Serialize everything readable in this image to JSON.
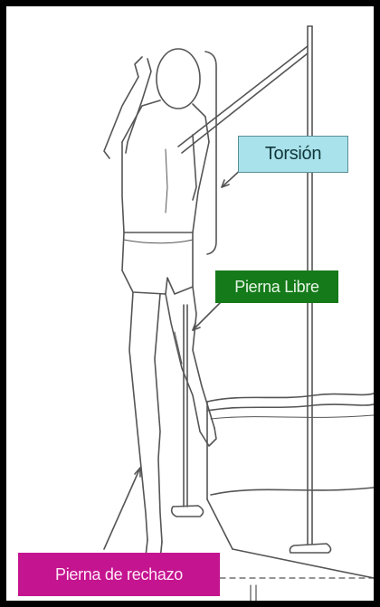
{
  "labels": {
    "torsion": "Torsión",
    "pierna_libre": "Pierna Libre",
    "pierna_rechazo": "Pierna de rechazo"
  },
  "colors": {
    "frame": "#000000",
    "torsion_box": "#a9e2ea",
    "pierna_libre_box": "#157a1a",
    "pierna_rechazo_box": "#c4148f",
    "line_art": "#555555"
  }
}
